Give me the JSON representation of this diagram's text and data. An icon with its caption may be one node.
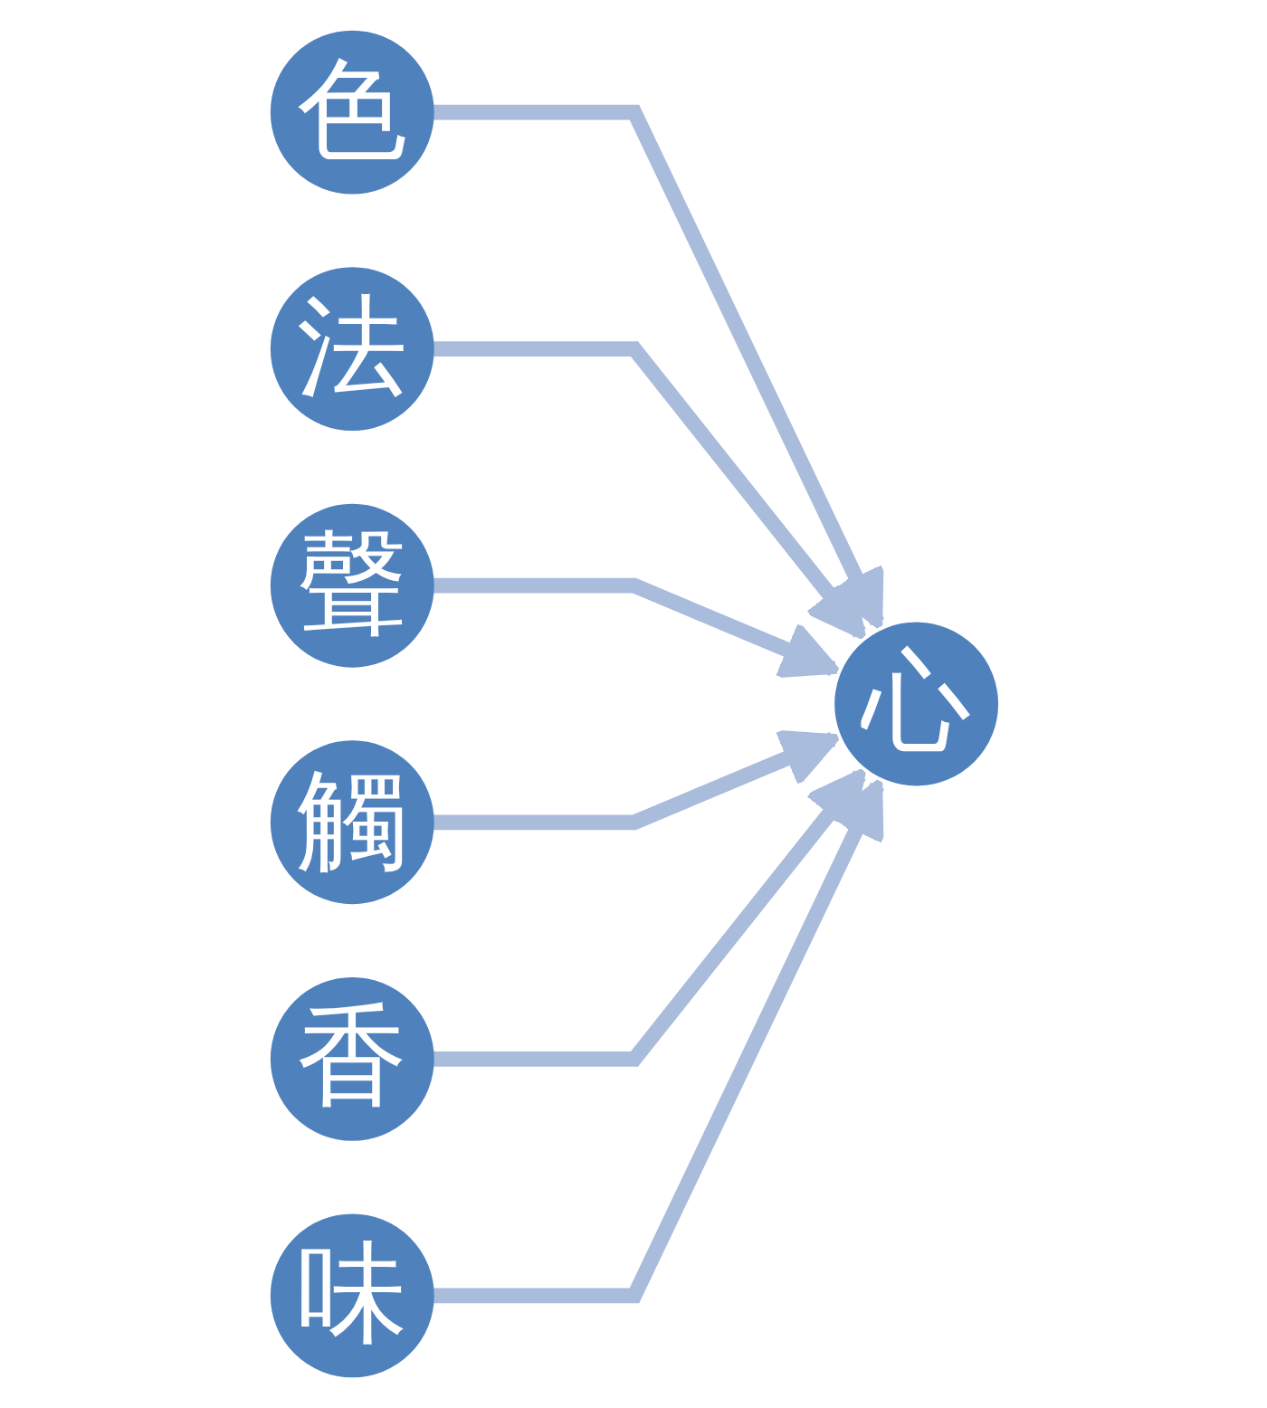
{
  "diagram": {
    "nodes": [
      {
        "text": [
          "色"
        ]
      },
      {
        "text": [
          "法"
        ]
      },
      {
        "text": [
          "聲"
        ]
      },
      {
        "text": [
          "心"
        ]
      },
      {
        "text": [
          "觸"
        ]
      },
      {
        "text": [
          "香"
        ]
      },
      {
        "text": [
          "味"
        ]
      }
    ],
    "edges": [
      {
        "from": 0,
        "to": 3,
        "arrow": "to"
      },
      {
        "from": 1,
        "to": 3,
        "arrow": "to"
      },
      {
        "from": 2,
        "to": 3,
        "arrow": "to"
      },
      {
        "from": 4,
        "to": 3,
        "arrow": "to"
      },
      {
        "from": 5,
        "to": 3,
        "arrow": "to"
      },
      {
        "from": 6,
        "to": 3,
        "arrow": "to"
      }
    ]
  }
}
